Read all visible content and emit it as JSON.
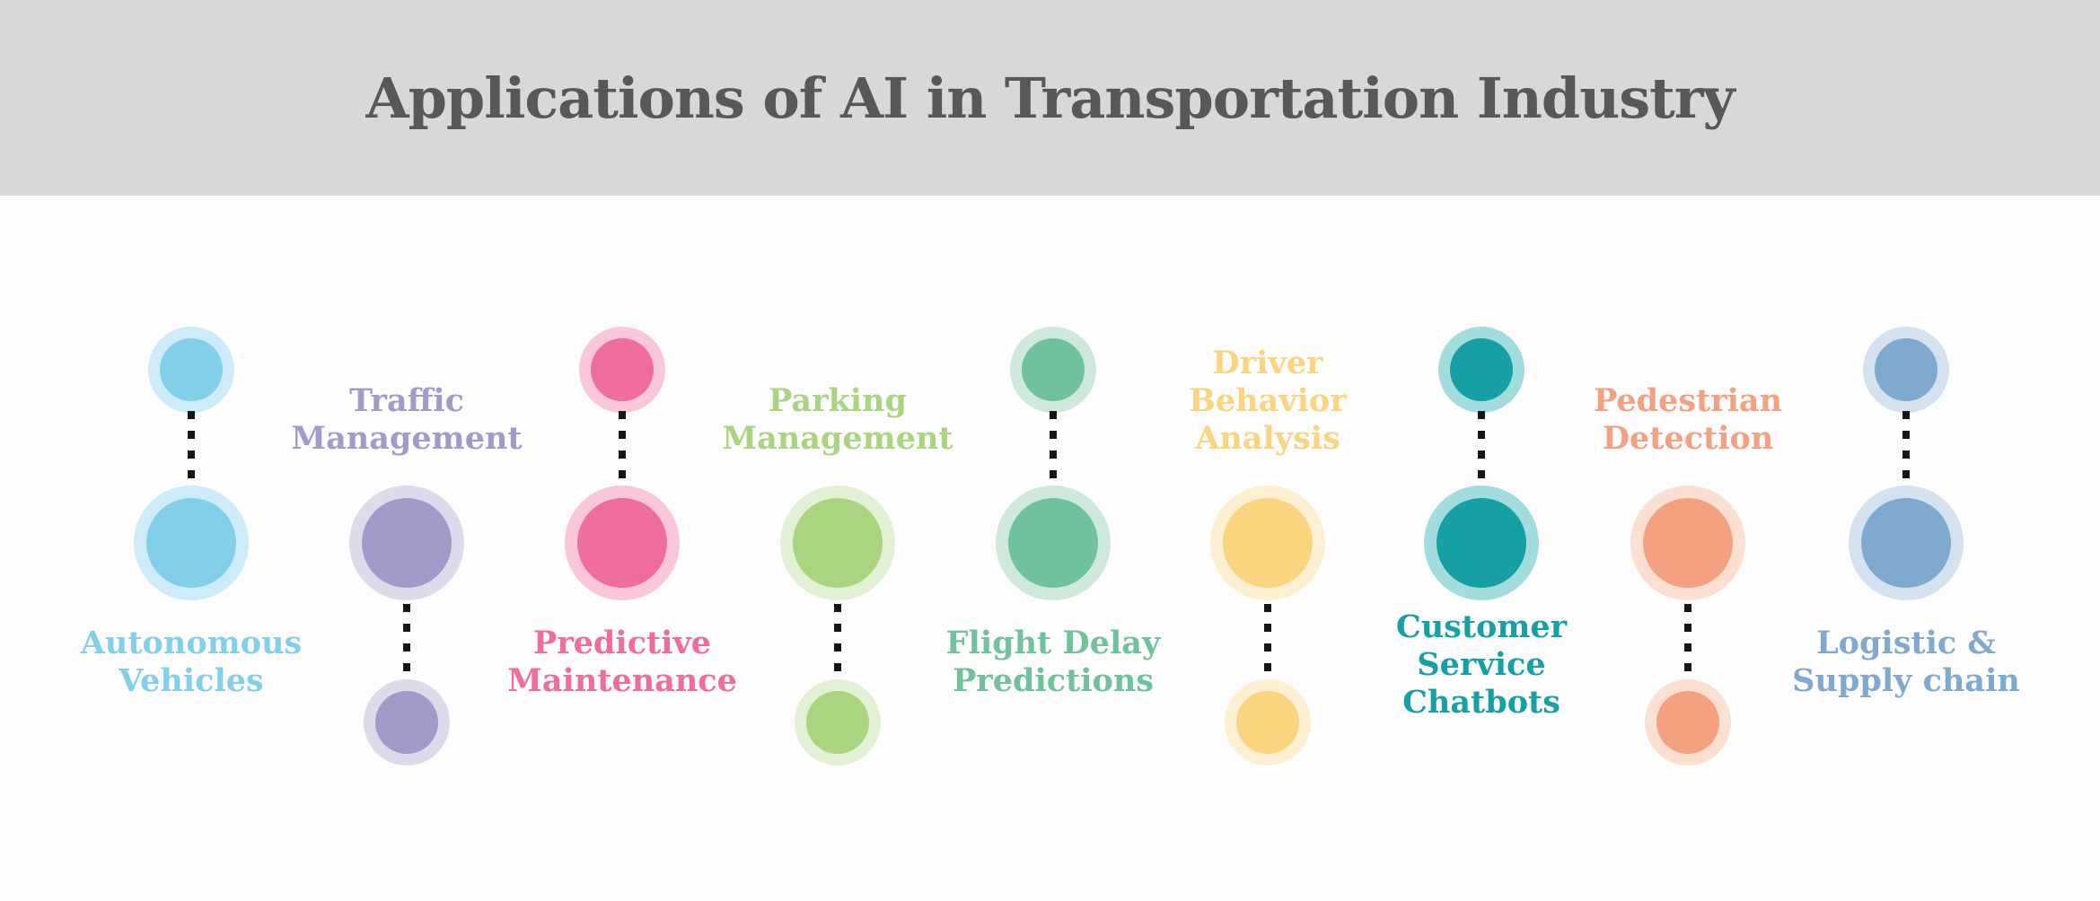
{
  "title": "Applications of AI in Transportation Industry",
  "colors": {
    "header_bg": "#d8d8d8",
    "title_text": "#58585a",
    "background": "#fdfdfd",
    "connector": "#161616"
  },
  "items": [
    {
      "name": "autonomous-vehicles",
      "label": "Autonomous Vehicles",
      "lines": [
        "Autonomous",
        "Vehicles"
      ],
      "variant": "dot-top",
      "color": "#82cfea",
      "halo": "#cdebf8"
    },
    {
      "name": "traffic-management",
      "label": "Traffic Management",
      "lines": [
        "Traffic",
        "Management"
      ],
      "variant": "dot-bottom",
      "color": "#a29ac9",
      "halo": "#dddaec"
    },
    {
      "name": "predictive-maintenance",
      "label": "Predictive Maintenance",
      "lines": [
        "Predictive",
        "Maintenance"
      ],
      "variant": "dot-top",
      "color": "#ee6c9e",
      "halo": "#f9c6da"
    },
    {
      "name": "parking-management",
      "label": "Parking Management",
      "lines": [
        "Parking",
        "Management"
      ],
      "variant": "dot-bottom",
      "color": "#abd481",
      "halo": "#e2f0d5"
    },
    {
      "name": "flight-delay-predictions",
      "label": "Flight Delay Predictions",
      "lines": [
        "Flight Delay",
        "Predictions"
      ],
      "variant": "dot-top",
      "color": "#6fc29b",
      "halo": "#cee9dc"
    },
    {
      "name": "driver-behavior-analysis",
      "label": "Driver Behavior Analysis",
      "lines": [
        "Driver",
        "Behavior",
        "Analysis"
      ],
      "variant": "dot-bottom",
      "color": "#fad47e",
      "halo": "#fdefd2"
    },
    {
      "name": "customer-service-chatbots",
      "label": "Customer Service Chatbots",
      "lines": [
        "Customer",
        "Service",
        "Chatbots"
      ],
      "variant": "dot-top",
      "color": "#16a0a5",
      "halo": "#a3dcdc"
    },
    {
      "name": "pedestrian-detection",
      "label": "Pedestrian Detection",
      "lines": [
        "Pedestrian",
        "Detection"
      ],
      "variant": "dot-bottom",
      "color": "#f4a181",
      "halo": "#fbe0d2"
    },
    {
      "name": "logistic-supply-chain",
      "label": "Logistic & Supply chain",
      "lines": [
        "Logistic &",
        "Supply chain"
      ],
      "variant": "dot-top",
      "color": "#7fa9ce",
      "halo": "#d4e2ef"
    }
  ]
}
